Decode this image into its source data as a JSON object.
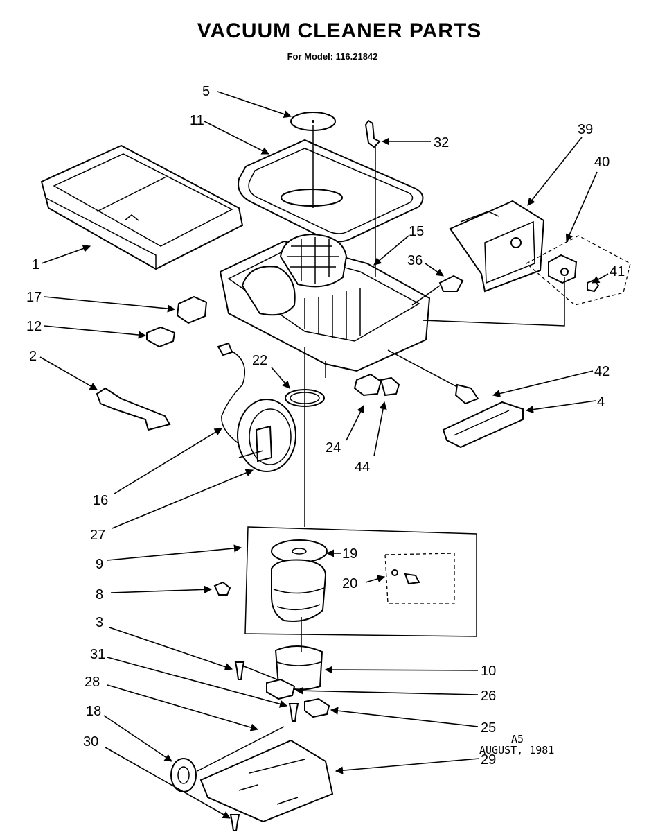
{
  "header": {
    "title": "VACUUM CLEANER PARTS",
    "subtitle": "For Model: 116.21842"
  },
  "footer": {
    "code": "A5",
    "date": "AUGUST, 1981"
  },
  "callouts": [
    "5",
    "11",
    "32",
    "39",
    "40",
    "1",
    "15",
    "36",
    "41",
    "17",
    "12",
    "2",
    "22",
    "42",
    "4",
    "24",
    "44",
    "16",
    "27",
    "9",
    "19",
    "20",
    "8",
    "3",
    "10",
    "31",
    "26",
    "28",
    "25",
    "18",
    "29",
    "30"
  ]
}
